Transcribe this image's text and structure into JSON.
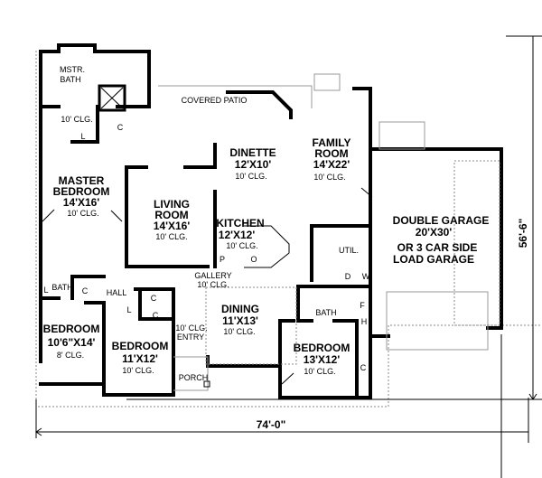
{
  "rooms": {
    "covered_patio": "COVERED PATIO",
    "mstr_bath": {
      "l1": "MSTR.",
      "l2": "BATH",
      "clg": "10' CLG.",
      "l": "L",
      "c": "C"
    },
    "master_bedroom": {
      "l1": "MASTER",
      "l2": "BEDROOM",
      "size": "14'X16'",
      "clg": "10' CLG."
    },
    "living_room": {
      "l1": "LIVING",
      "l2": "ROOM",
      "size": "14'X16'",
      "clg": "10' CLG."
    },
    "dinette": {
      "name": "DINETTE",
      "size": "12'X10'",
      "clg": "10' CLG."
    },
    "kitchen": {
      "name": "KITCHEN",
      "size": "12'X12'",
      "clg": "10' CLG.",
      "p": "P",
      "o": "O"
    },
    "family_room": {
      "l1": "FAMILY",
      "l2": "ROOM",
      "size": "14'X22'",
      "clg": "10' CLG."
    },
    "garage": {
      "l1": "DOUBLE GARAGE",
      "l2": "20'X30'",
      "l3": "OR 3 CAR SIDE",
      "l4": "LOAD GARAGE"
    },
    "util": {
      "name": "UTIL.",
      "d": "D",
      "w": "W"
    },
    "gallery": {
      "name": "GALLERY",
      "clg": "10' CLG."
    },
    "hall_bath": {
      "l": "L",
      "bath": "BATH",
      "c": "C",
      "hall": "HALL"
    },
    "closets": {
      "c1": "C",
      "c2": "C",
      "l": "L"
    },
    "bedroom2": {
      "name": "BEDROOM",
      "size": "10'6\"X14'",
      "clg": "8' CLG."
    },
    "bedroom3": {
      "name": "BEDROOM",
      "size": "11'X12'",
      "clg": "10' CLG."
    },
    "entry": {
      "clg": "10' CLG.",
      "name": "ENTRY"
    },
    "dining": {
      "name": "DINING",
      "size": "11'X13'",
      "clg": "10' CLG."
    },
    "porch": "PORCH",
    "bath2": {
      "name": "BATH",
      "f": "F",
      "h": "H"
    },
    "bedroom4": {
      "name": "BEDROOM",
      "size": "13'X12'",
      "clg": "10' CLG.",
      "c": "C"
    }
  },
  "dimensions": {
    "width": "74'-0\"",
    "depth": "56'-6\""
  }
}
